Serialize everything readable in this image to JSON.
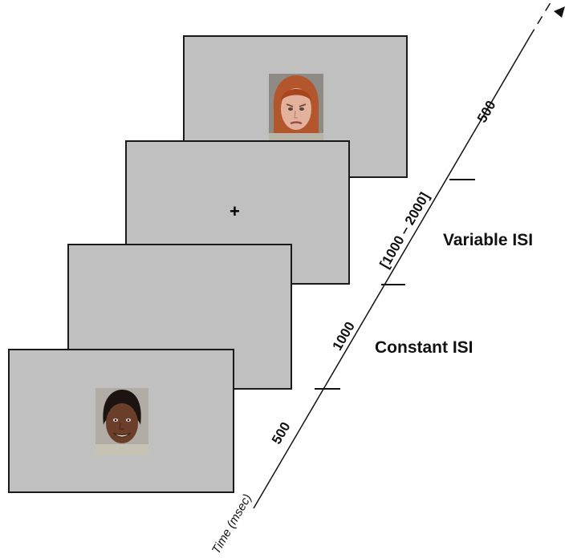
{
  "stimuli": {
    "fixation_symbol": "+"
  },
  "labels": {
    "variable_isi": "Variable ISI",
    "constant_isi": "Constant ISI"
  },
  "timeline": {
    "axis_label": "Time (msec)",
    "segments": [
      "500",
      "1000",
      "[1000 – 2000]",
      "500"
    ]
  },
  "colors": {
    "screen": "#c0c0c0",
    "line": "#111111"
  }
}
